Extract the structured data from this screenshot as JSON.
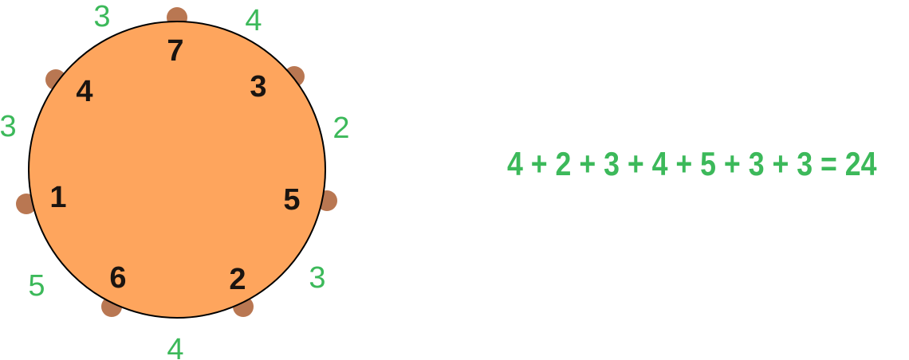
{
  "colors": {
    "table": "#fea55d",
    "seat": "#b97752",
    "green": "#3cb95a",
    "black": "#1a1410"
  },
  "seats": [
    {
      "label": "7",
      "position": "top"
    },
    {
      "label": "3",
      "position": "top-right"
    },
    {
      "label": "5",
      "position": "right"
    },
    {
      "label": "2",
      "position": "bottom-right"
    },
    {
      "label": "6",
      "position": "bottom-left"
    },
    {
      "label": "1",
      "position": "left"
    },
    {
      "label": "4",
      "position": "top-left"
    }
  ],
  "gaps": [
    {
      "label": "4",
      "between": "7-3"
    },
    {
      "label": "2",
      "between": "3-5"
    },
    {
      "label": "3",
      "between": "5-2"
    },
    {
      "label": "4",
      "between": "2-6"
    },
    {
      "label": "5",
      "between": "6-1"
    },
    {
      "label": "3",
      "between": "1-4"
    },
    {
      "label": "3",
      "between": "4-7"
    }
  ],
  "equation": "4 + 2 + 3 + 4 + 5 + 3 + 3 = 24"
}
